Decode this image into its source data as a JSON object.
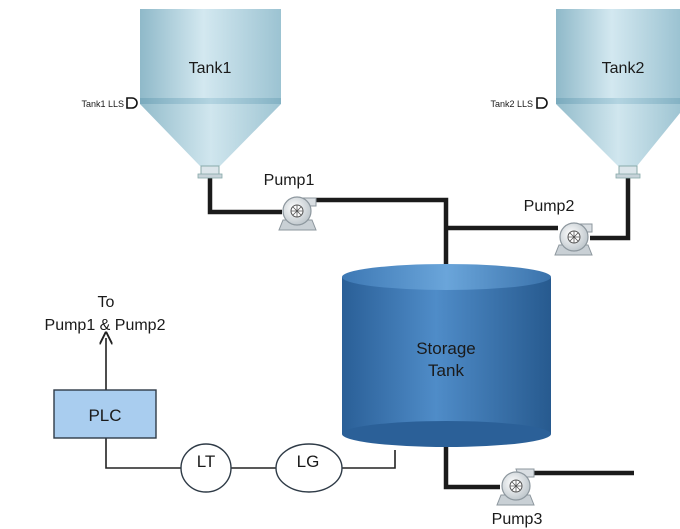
{
  "tank1": {
    "label": "Tank1",
    "sensor_label": "Tank1 LLS"
  },
  "tank2": {
    "label": "Tank2",
    "sensor_label": "Tank2 LLS"
  },
  "pump1": {
    "label": "Pump1"
  },
  "pump2": {
    "label": "Pump2"
  },
  "pump3": {
    "label": "Pump3"
  },
  "storage": {
    "label_line1": "Storage",
    "label_line2": "Tank"
  },
  "control": {
    "plc_label": "PLC",
    "lt_label": "LT",
    "lg_label": "LG",
    "target_line1": "To",
    "target_line2": "Pump1 & Pump2"
  },
  "colors": {
    "hopper": "#b5d6e2",
    "storage_tank": "#3a74b5",
    "plc_box": "#a9cdef",
    "pipe": "#1b1b1b"
  }
}
